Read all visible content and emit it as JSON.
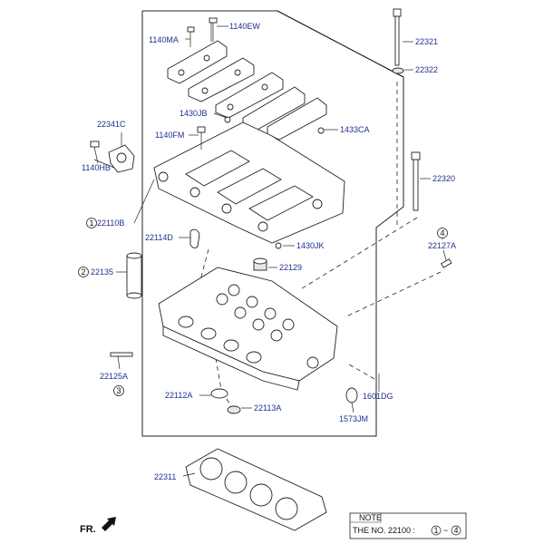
{
  "labels": {
    "p1140ma": "1140MA",
    "p1140ew": "1140EW",
    "p22321": "22321",
    "p22322": "22322",
    "p1430jb": "1430JB",
    "p1433ca": "1433CA",
    "p22341c": "22341C",
    "p1140fm": "1140FM",
    "p1140hb": "1140HB",
    "p22320": "22320",
    "p22110b": "22110B",
    "p22114d": "22114D",
    "p1430jk": "1430JK",
    "p22127a": "22127A",
    "p22135": "22135",
    "p22129": "22129",
    "p22125a": "22125A",
    "p22112a": "22112A",
    "p22113a": "22113A",
    "p1601dg": "1601DG",
    "p1573jm": "1573JM",
    "p22311": "22311"
  },
  "callouts": {
    "c1": "1",
    "c2": "2",
    "c3": "3",
    "c4": "4"
  },
  "note": {
    "title": "NOTE",
    "prefix": "THE NO. 22100 :",
    "from": "1",
    "sep": "~",
    "to": "4"
  },
  "direction": {
    "text": "FR."
  },
  "colors": {
    "label_text": "#1f2f8f",
    "line": "#222222"
  }
}
